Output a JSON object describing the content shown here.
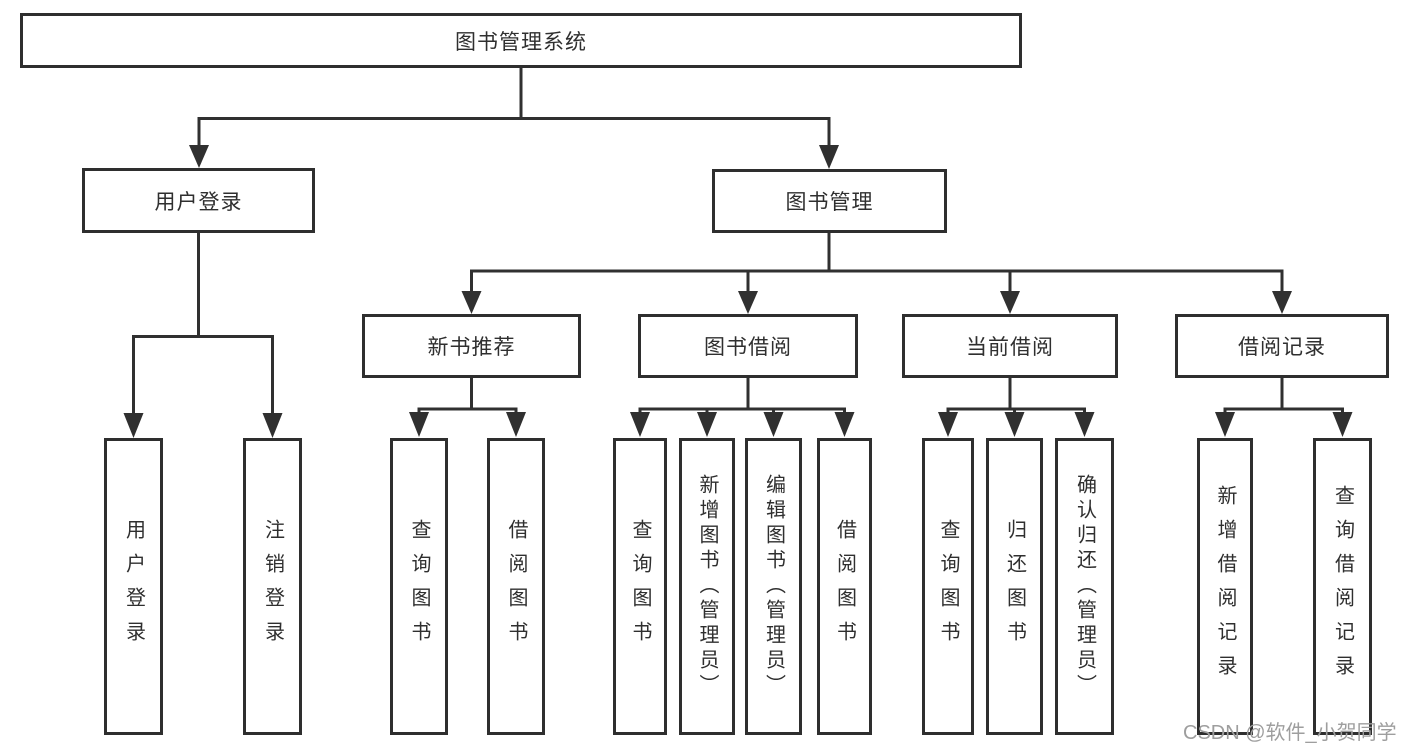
{
  "tree": {
    "root": {
      "label": "图书管理系统"
    },
    "login": {
      "label": "用户登录",
      "children": [
        {
          "label": "用户登录"
        },
        {
          "label": "注销登录"
        }
      ]
    },
    "mgmt": {
      "label": "图书管理",
      "children": [
        {
          "label": "新书推荐",
          "children": [
            {
              "label": "查询图书"
            },
            {
              "label": "借阅图书"
            }
          ]
        },
        {
          "label": "图书借阅",
          "children": [
            {
              "label": "查询图书"
            },
            {
              "label": "新增图书（管理员）"
            },
            {
              "label": "编辑图书（管理员）"
            },
            {
              "label": "借阅图书"
            }
          ]
        },
        {
          "label": "当前借阅",
          "children": [
            {
              "label": "查询图书"
            },
            {
              "label": "归还图书"
            },
            {
              "label": "确认归还（管理员）"
            }
          ]
        },
        {
          "label": "借阅记录",
          "children": [
            {
              "label": "新增借阅记录"
            },
            {
              "label": "查询借阅记录"
            }
          ]
        }
      ]
    }
  },
  "watermark": "CSDN @软件_小贺同学",
  "colors": {
    "line": "#303030",
    "border": "#2e2e2e",
    "text": "#2f2f2f",
    "watermark": "#9e9e9e",
    "background": "#ffffff"
  }
}
